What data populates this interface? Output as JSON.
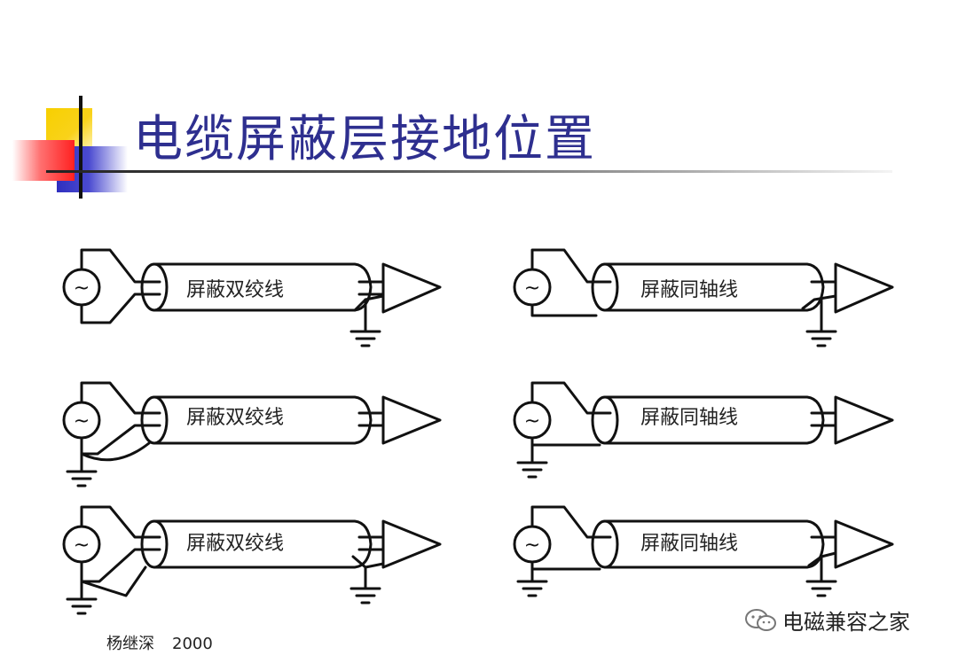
{
  "title": "电缆屏蔽层接地位置",
  "diagrams": [
    {
      "label": "屏蔽双绞线"
    },
    {
      "label": "屏蔽同轴线"
    },
    {
      "label": "屏蔽双绞线"
    },
    {
      "label": "屏蔽同轴线"
    },
    {
      "label": "屏蔽双绞线"
    },
    {
      "label": "屏蔽同轴线"
    }
  ],
  "source_symbol": "~",
  "footer": {
    "author": "杨继深",
    "year": "2000"
  },
  "watermark": {
    "text": "电磁兼容之家",
    "icon": "wechat-icon"
  },
  "colors": {
    "title": "#2e2f8f",
    "accent_yellow": "#f7d000",
    "accent_blue": "#2f2fbf",
    "accent_red": "#ff2020"
  }
}
